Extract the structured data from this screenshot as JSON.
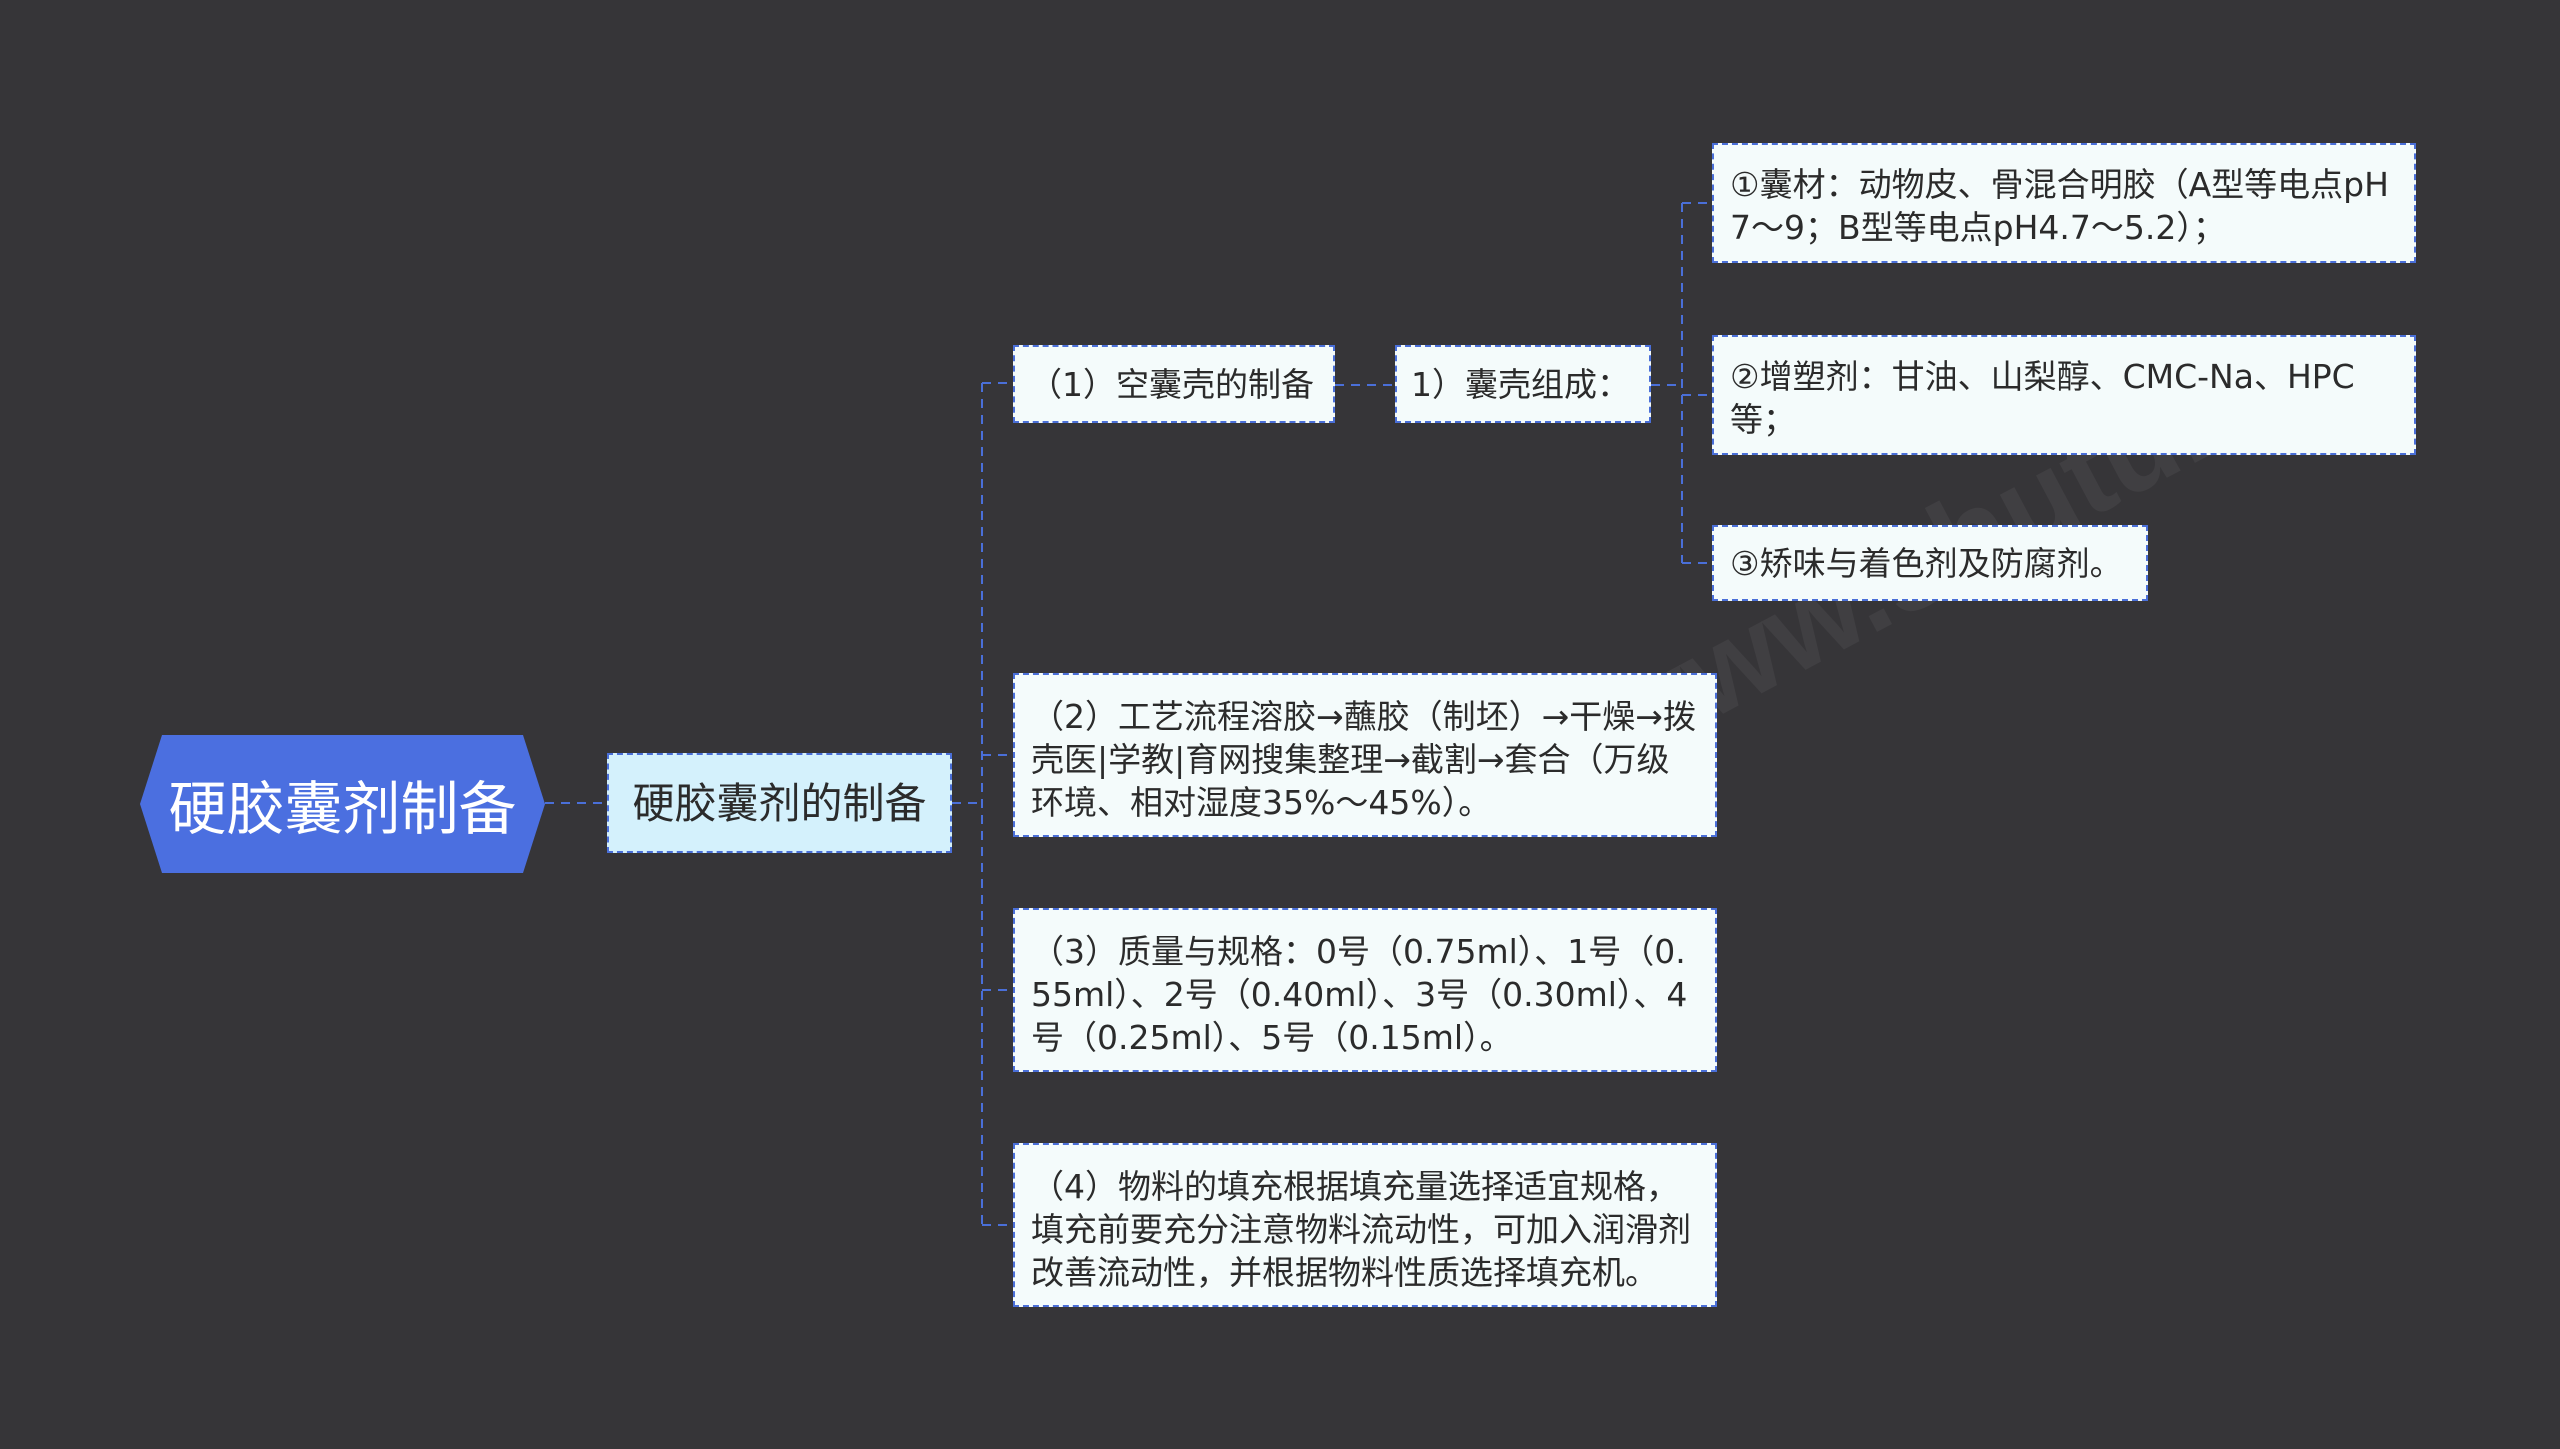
{
  "root": "硬胶囊剂制备",
  "level1": "硬胶囊剂的制备",
  "branches": {
    "b1": "（1）空囊壳的制备",
    "b1_child": "1）囊壳组成：",
    "leaf1": "①囊材：动物皮、骨混合明胶（A型等电点pH7～9；B型等电点pH4.7～5.2）；",
    "leaf2": "②增塑剂：甘油、山梨醇、CMC-Na、HPC等；",
    "leaf3": "③矫味与着色剂及防腐剂。",
    "b2": "（2）工艺流程溶胶→蘸胶（制坯）→干燥→拨壳医|学教|育网搜集整理→截割→套合（万级环境、相对湿度35%～45%）。",
    "b3": "（3）质量与规格：0号（0.75ml）、1号（0.55ml）、2号（0.40ml）、3号（0.30ml）、4号（0.25ml）、5号（0.15ml）。",
    "b4": "（4）物料的填充根据填充量选择适宜规格，填充前要充分注意物料流动性，可加入润滑剂改善流动性，并根据物料性质选择填充机。"
  },
  "colors": {
    "background": "#363538",
    "root_fill": "#4b6fe0",
    "level1_fill": "#d4f1fc",
    "node_fill": "#f4fbfb",
    "connector": "#4a6fd8"
  }
}
